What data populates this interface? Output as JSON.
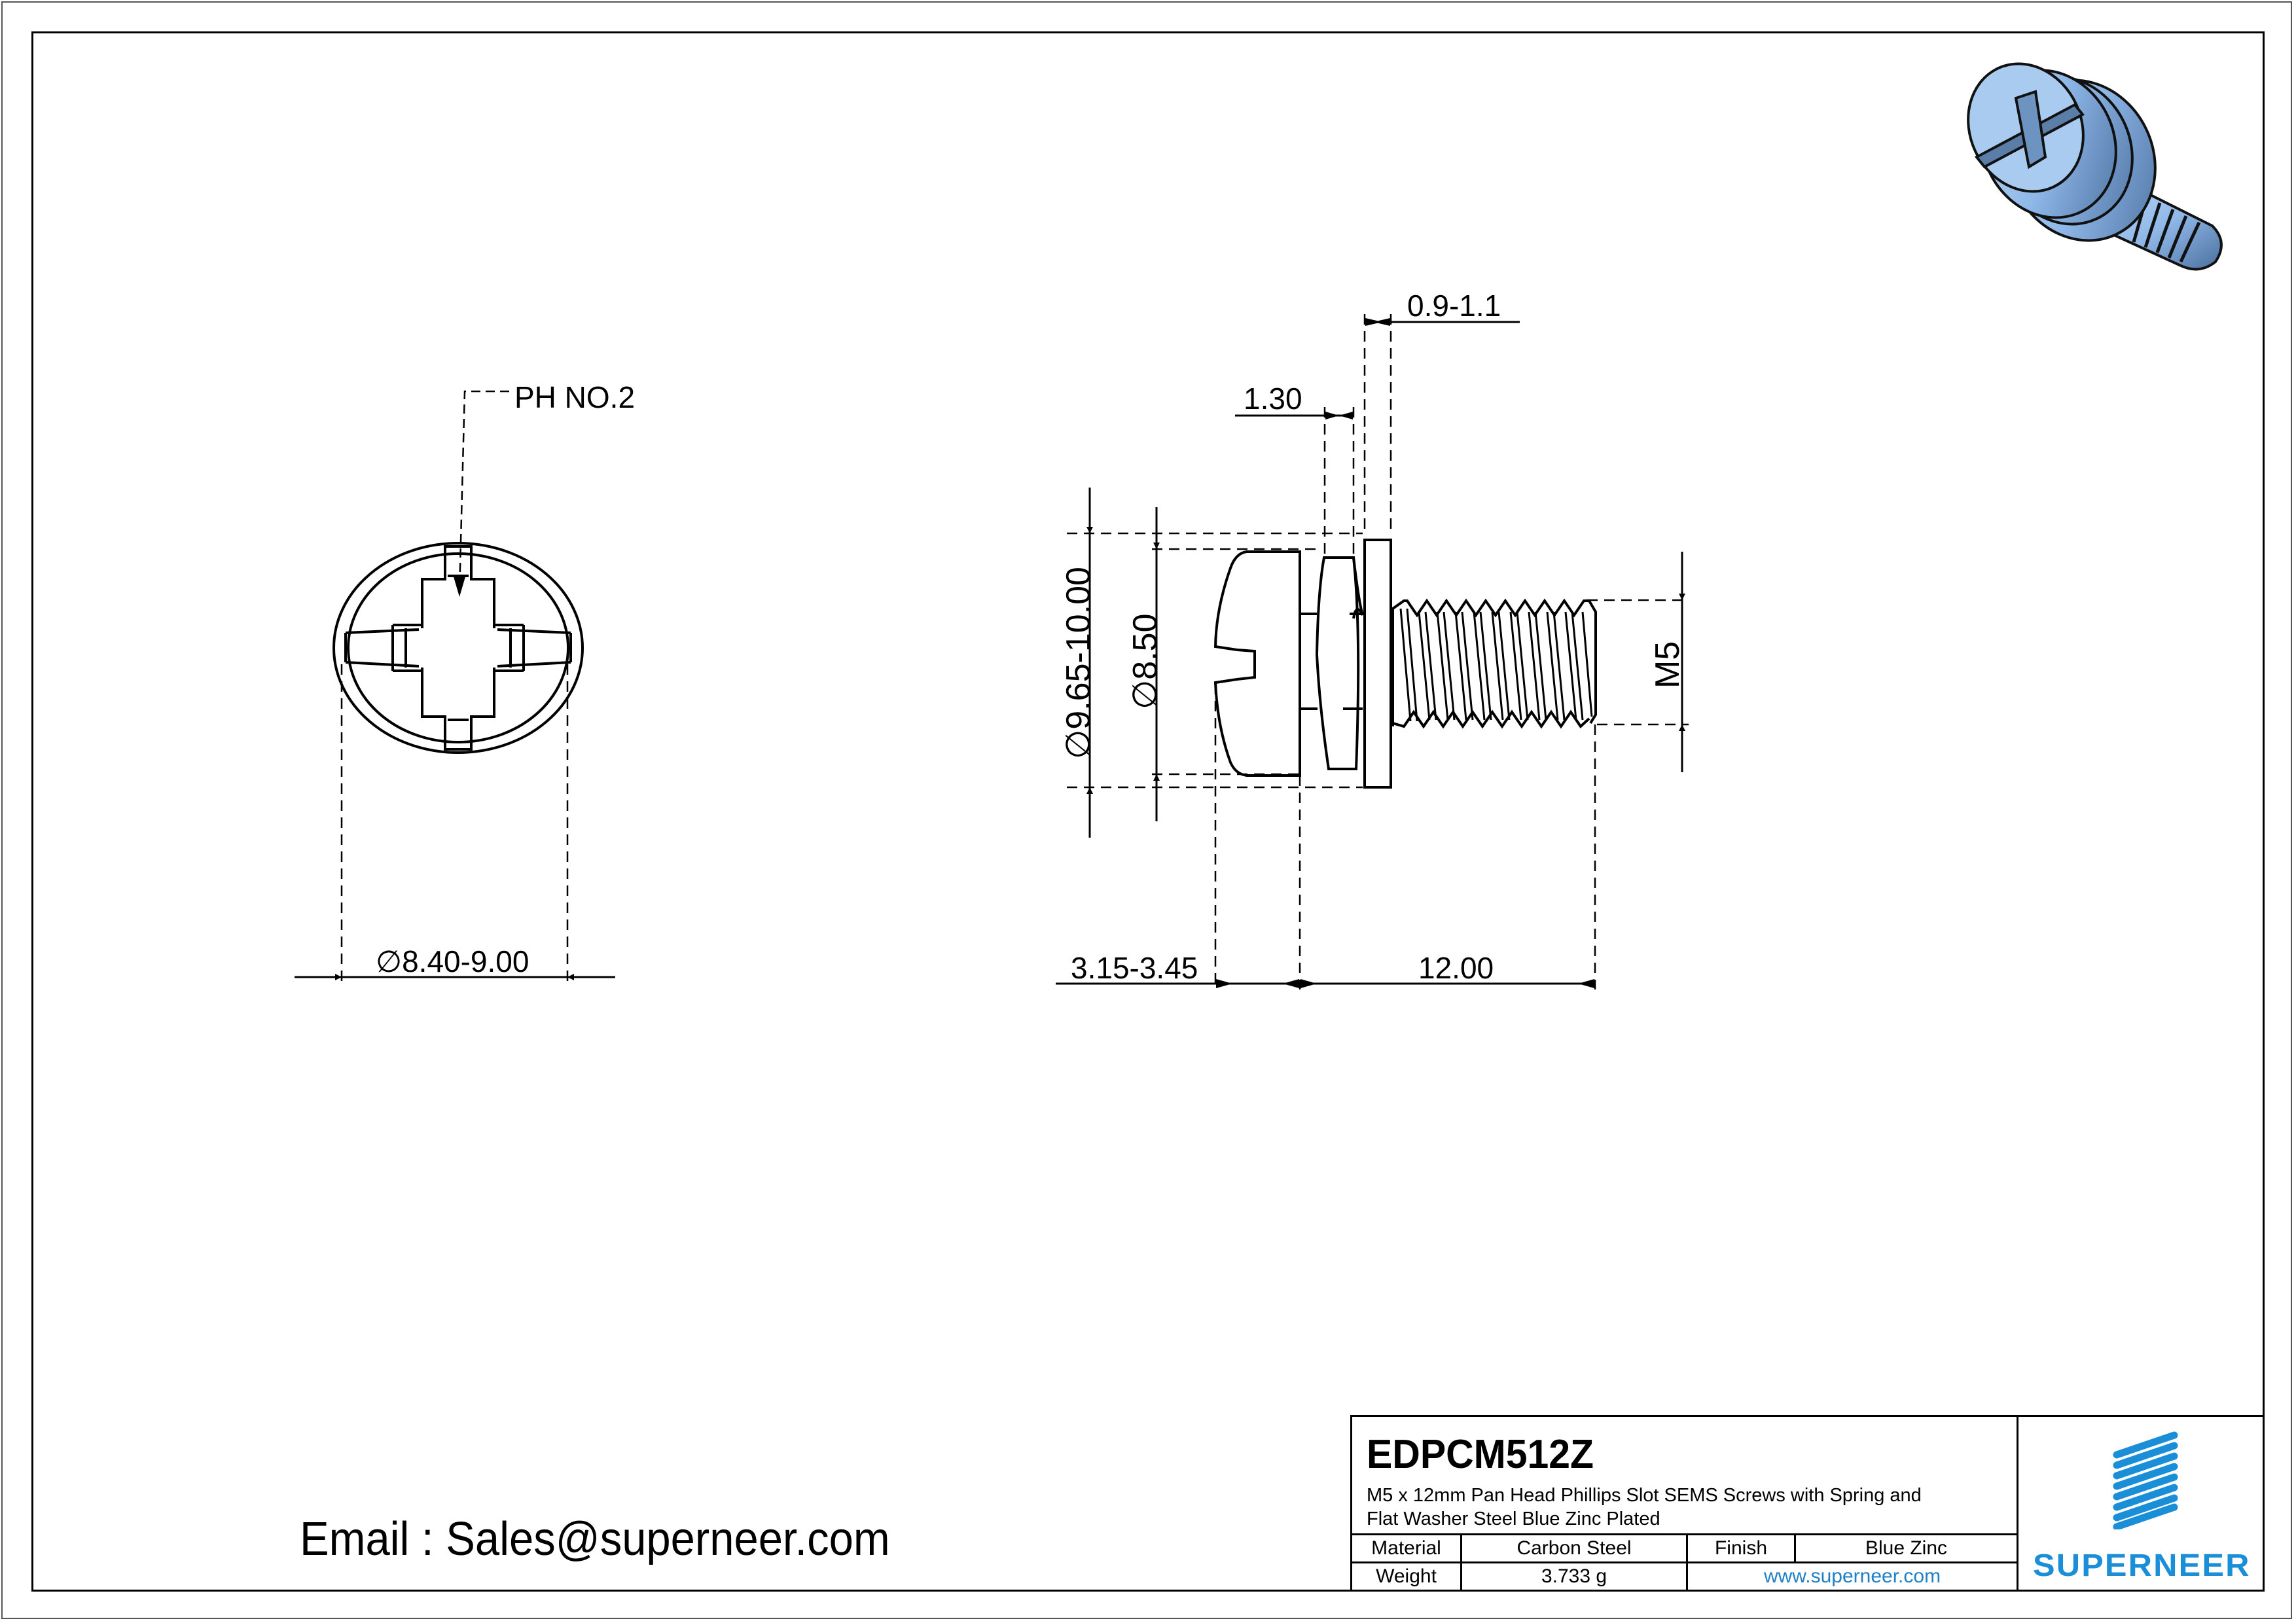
{
  "drawing": {
    "part_number": "EDPCM512Z",
    "description_line1": "M5 x 12mm Pan Head Phillips Slot SEMS Screws with Spring and",
    "description_line2": "Flat Washer Steel Blue Zinc Plated",
    "email": "Email : Sales@superneer.com"
  },
  "front_view": {
    "callout_label": "PH NO.2",
    "diameter_symbol": "∅",
    "diameter_value": "8.40-9.00"
  },
  "side_view": {
    "dims": {
      "flat_washer_thickness": "0.9-1.1",
      "spring_washer_thickness": "1.30",
      "flat_washer_od_symbol": "∅",
      "flat_washer_od": "9.65-10.00",
      "spring_washer_od_symbol": "∅",
      "spring_washer_od": "8.50",
      "thread": "M5",
      "head_height": "3.15-3.45",
      "length": "12.00"
    }
  },
  "title_block": {
    "material_label": "Material",
    "material_value": "Carbon Steel",
    "finish_label": "Finish",
    "finish_value": "Blue Zinc",
    "weight_label": "Weight",
    "weight_value": "3.733 g",
    "website": "www.superneer.com",
    "logo_text": "SUPERNEER"
  },
  "colors": {
    "brand_blue": "#1a8fd8",
    "link_blue": "#1f7fc7",
    "line": "#000000",
    "screw_render": "#8fb8e8"
  }
}
